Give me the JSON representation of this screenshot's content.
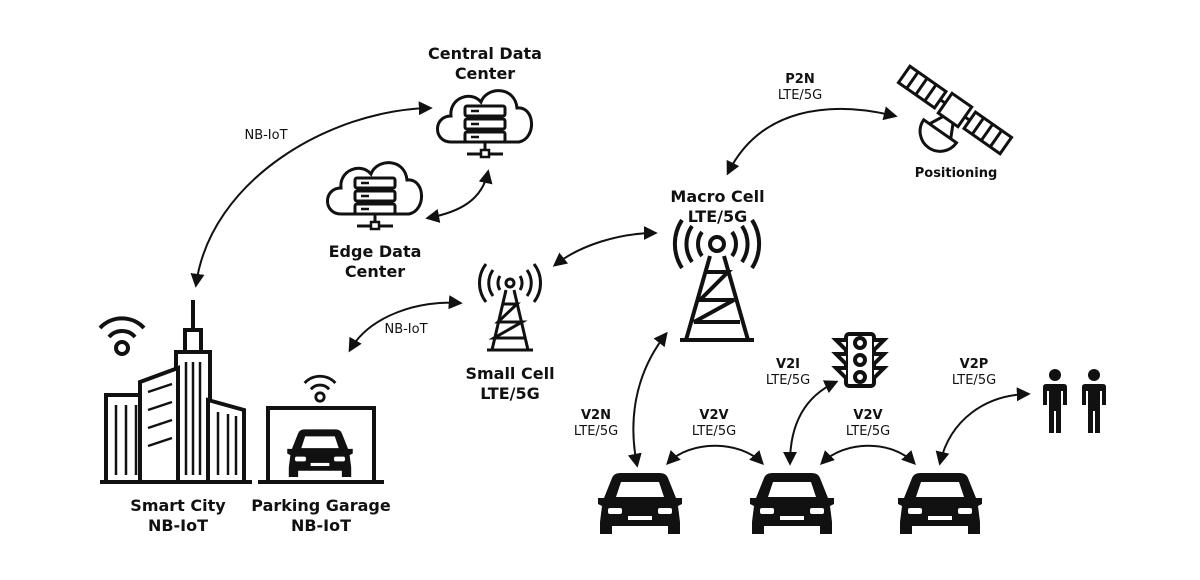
{
  "nodes": {
    "central_dc": {
      "line1": "Central Data",
      "line2": "Center"
    },
    "edge_dc": {
      "line1": "Edge Data",
      "line2": "Center"
    },
    "macro_cell": {
      "line1": "Macro Cell",
      "line2": "LTE/5G"
    },
    "small_cell": {
      "line1": "Small Cell",
      "line2": "LTE/5G"
    },
    "smart_city": {
      "line1": "Smart City",
      "line2": "NB-IoT"
    },
    "parking": {
      "line1": "Parking Garage",
      "line2": "NB-IoT"
    },
    "positioning": {
      "label": "Positioning"
    }
  },
  "links": {
    "nbiot_top": "NB-IoT",
    "nbiot_small": "NB-IoT",
    "p2n": {
      "name": "P2N",
      "tech": "LTE/5G"
    },
    "v2n": {
      "name": "V2N",
      "tech": "LTE/5G"
    },
    "v2v_left": {
      "name": "V2V",
      "tech": "LTE/5G"
    },
    "v2i": {
      "name": "V2I",
      "tech": "LTE/5G"
    },
    "v2v_right": {
      "name": "V2V",
      "tech": "LTE/5G"
    },
    "v2p": {
      "name": "V2P",
      "tech": "LTE/5G"
    }
  },
  "colors": {
    "ink": "#111111",
    "background": "#ffffff"
  }
}
